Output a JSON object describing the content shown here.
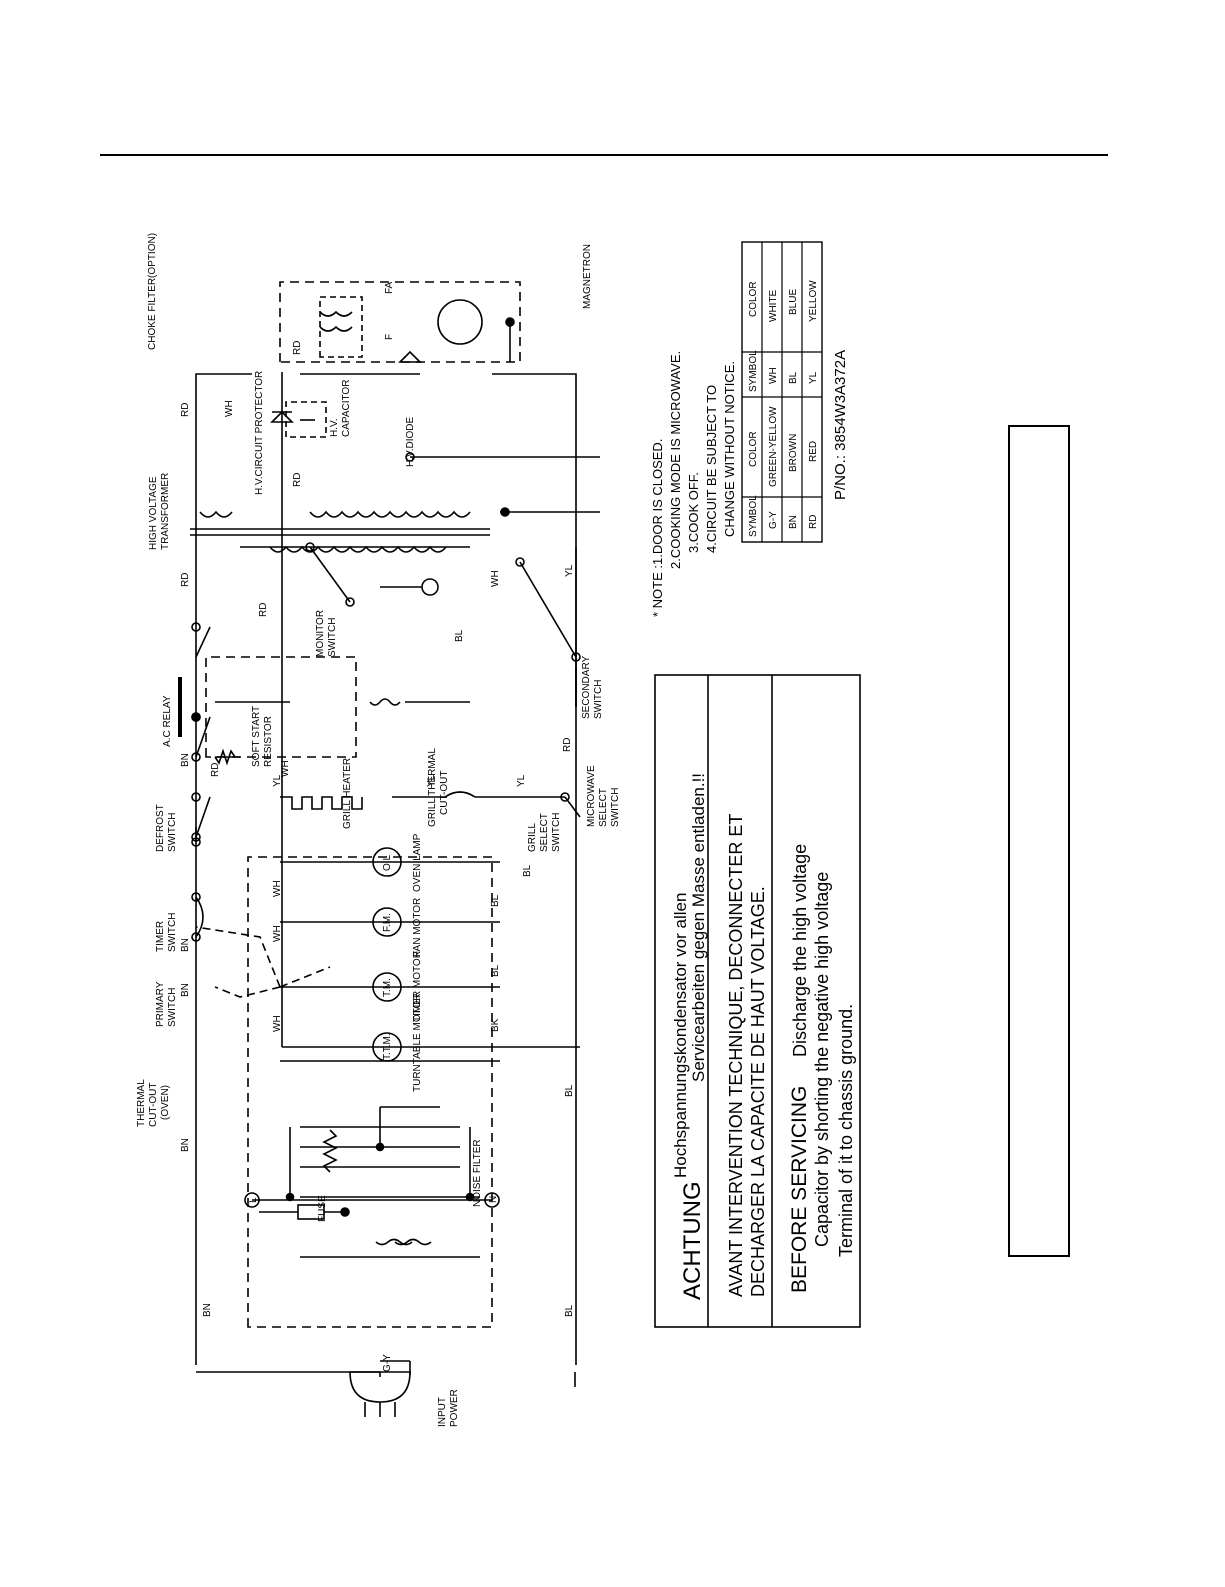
{
  "components": {
    "choke_filter": "CHOKE FILTER(OPTION)",
    "magnetron": "MAGNETRON",
    "fa": "FA",
    "f": "F",
    "hv_transformer_1": "HIGH VOLTAGE",
    "hv_transformer_2": "TRANSFORMER",
    "hv_circuit_protector": "H.V.CIRCUIT PROTECTOR",
    "hv_capacitor_1": "H.V.",
    "hv_capacitor_2": "CAPACITOR",
    "hv_diode": "H.V.DIODE",
    "monitor_switch_1": "MONITOR",
    "monitor_switch_2": "SWITCH",
    "secondary_switch_1": "SECONDARY",
    "secondary_switch_2": "SWITCH",
    "ac_relay": "A.C RELAY",
    "soft_start_1": "SOFT START",
    "soft_start_2": "RESISTOR",
    "defrost_switch_1": "DEFROST",
    "defrost_switch_2": "SWITCH",
    "timer_switch_1": "TIMER",
    "timer_switch_2": "SWITCH",
    "primary_switch_1": "PRIMARY",
    "primary_switch_2": "SWITCH",
    "thermal_cutout_1": "THERMAL",
    "thermal_cutout_2": "CUT-OUT",
    "thermal_cutout_3": "(OVEN)",
    "grill_heater": "GRILL HEATER",
    "grill_thermal_1": "GRILL THERMAL",
    "grill_thermal_2": "CUT-OUT",
    "grill_select_1": "GRILL",
    "grill_select_2": "SELECT",
    "grill_select_3": "SWITCH",
    "micro_select_1": "MICROWAVE",
    "micro_select_2": "SELECT",
    "micro_select_3": "SWITCH",
    "oven_lamp": "OVEN LAMP",
    "oven_lamp_sym": "O.L",
    "fan_motor": "FAN MOTOR",
    "fan_motor_sym": "F.M.",
    "timer_motor": "TIMER MOTOR",
    "timer_motor_sym": "T.M.",
    "turntable_motor": "TURNTABLE MOTOR",
    "turntable_motor_sym": "T.T.M.",
    "noise_filter": "NOISE FILTER",
    "fuse": "FUSE",
    "input_power_1": "INPUT",
    "input_power_2": "POWER",
    "terminal_l": "L",
    "terminal_n": "N",
    "ground": "G-Y"
  },
  "wire_labels": {
    "rd": "RD",
    "wh": "WH",
    "bn": "BN",
    "bl": "BL",
    "yl": "YL",
    "bk": "BK"
  },
  "notes": {
    "line1": "* NOTE :1.DOOR IS CLOSED.",
    "line2": "2.COOKING MODE IS MICROWAVE.",
    "line3": "3.COOK OFF.",
    "line4": "4.CIRCUIT BE SUBJECT TO",
    "line5": "CHANGE WITHOUT NOTICE."
  },
  "color_table": {
    "headers": [
      "SYMBOL",
      "COLOR",
      "SYMBOL",
      "COLOR"
    ],
    "rows": [
      [
        "G-Y",
        "GREEN-YELLOW",
        "WH",
        "WHITE"
      ],
      [
        "BN",
        "BROWN",
        "BL",
        "BLUE"
      ],
      [
        "RD",
        "RED",
        "YL",
        "YELLOW"
      ]
    ]
  },
  "part_number": "P/NO.: 3854W3A372A",
  "warning": {
    "achtung_title": "ACHTUNG",
    "achtung_1": "Hochspannungskondensator vor allen",
    "achtung_2": "Servicearbeiten gegen Masse entladen.!!",
    "avant_1": "AVANT INTERVENTION TECHNIQUE, DECONNECTER ET",
    "avant_2": "DECHARGER LA CAPACITE DE HAUT VOLTAGE.",
    "before_title": "BEFORE SERVICING",
    "before_1": "Discharge the high voltage",
    "before_2": "Capacitor by shorting the negative high voltage",
    "before_3": "Terminal of it to chassis ground."
  }
}
